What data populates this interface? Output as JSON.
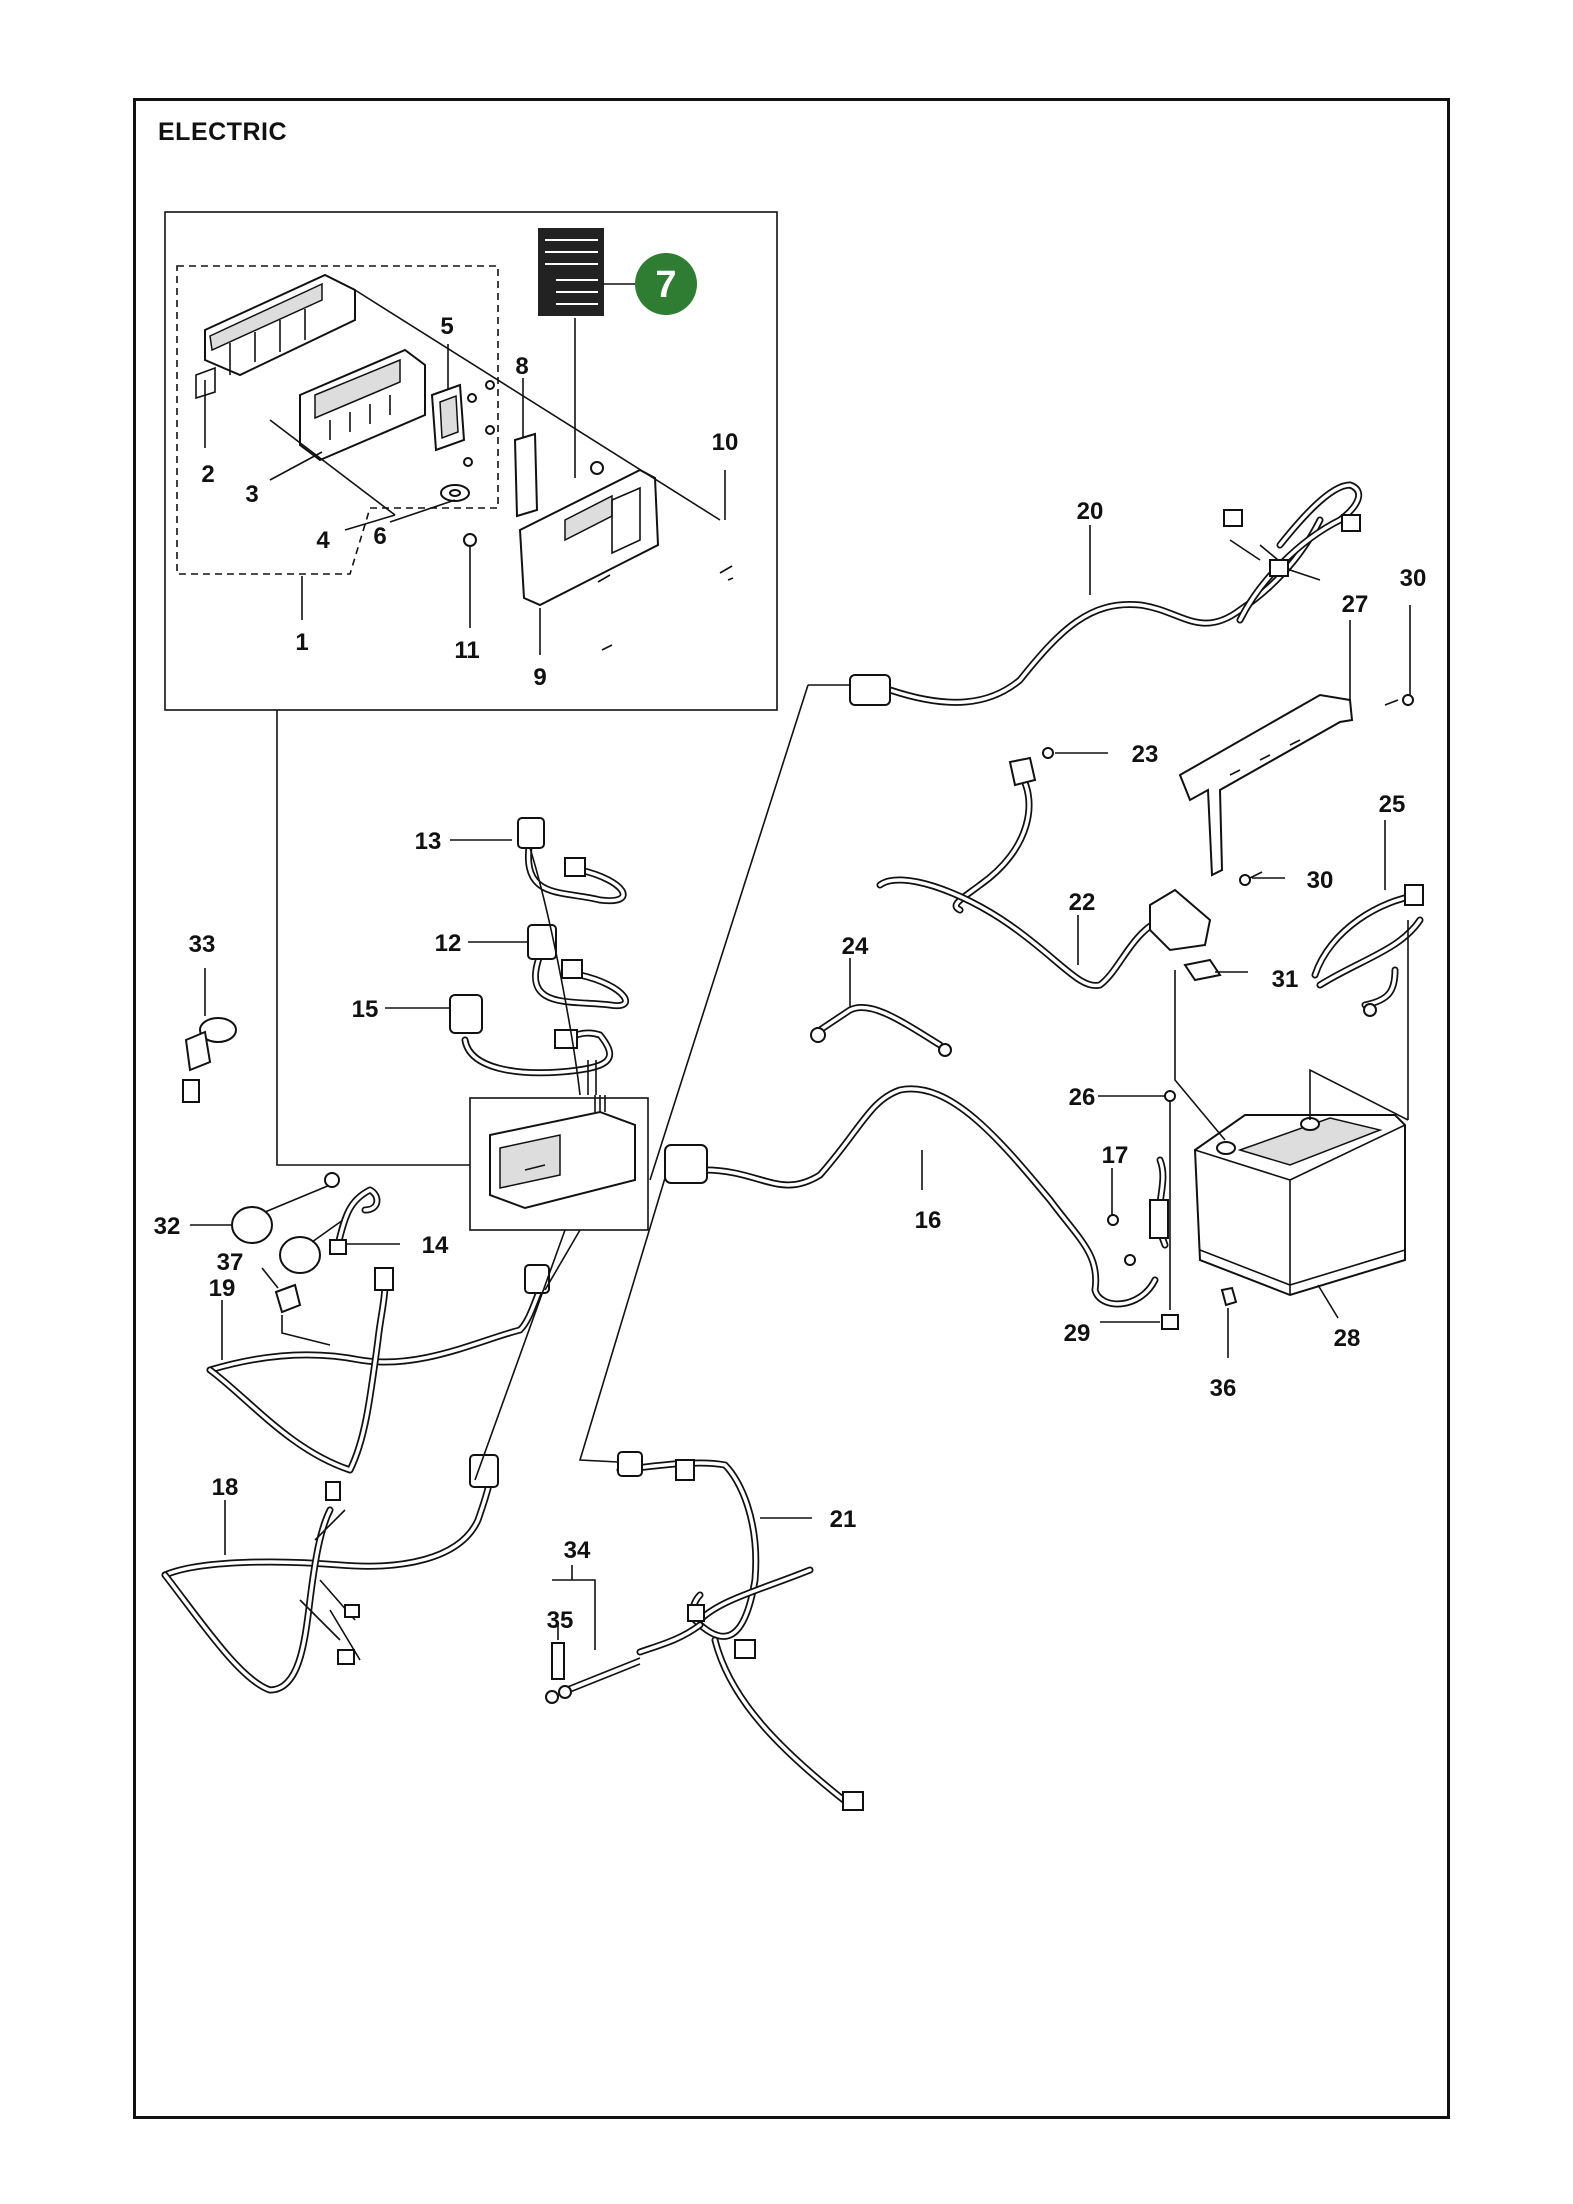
{
  "title": "ELECTRIC",
  "highlight": {
    "number": "7",
    "color": "#2e7d32"
  },
  "labels": {
    "l1": "1",
    "l2": "2",
    "l3": "3",
    "l4": "4",
    "l5": "5",
    "l6": "6",
    "l8": "8",
    "l9": "9",
    "l10": "10",
    "l11": "11",
    "l12": "12",
    "l13": "13",
    "l14": "14",
    "l15": "15",
    "l16": "16",
    "l17": "17",
    "l18": "18",
    "l19": "19",
    "l20": "20",
    "l21": "21",
    "l22": "22",
    "l23": "23",
    "l24": "24",
    "l25": "25",
    "l26": "26",
    "l27": "27",
    "l28": "28",
    "l29": "29",
    "l30a": "30",
    "l30b": "30",
    "l31": "31",
    "l32": "32",
    "l33": "33",
    "l34": "34",
    "l35": "35",
    "l36": "36",
    "l37": "37"
  }
}
